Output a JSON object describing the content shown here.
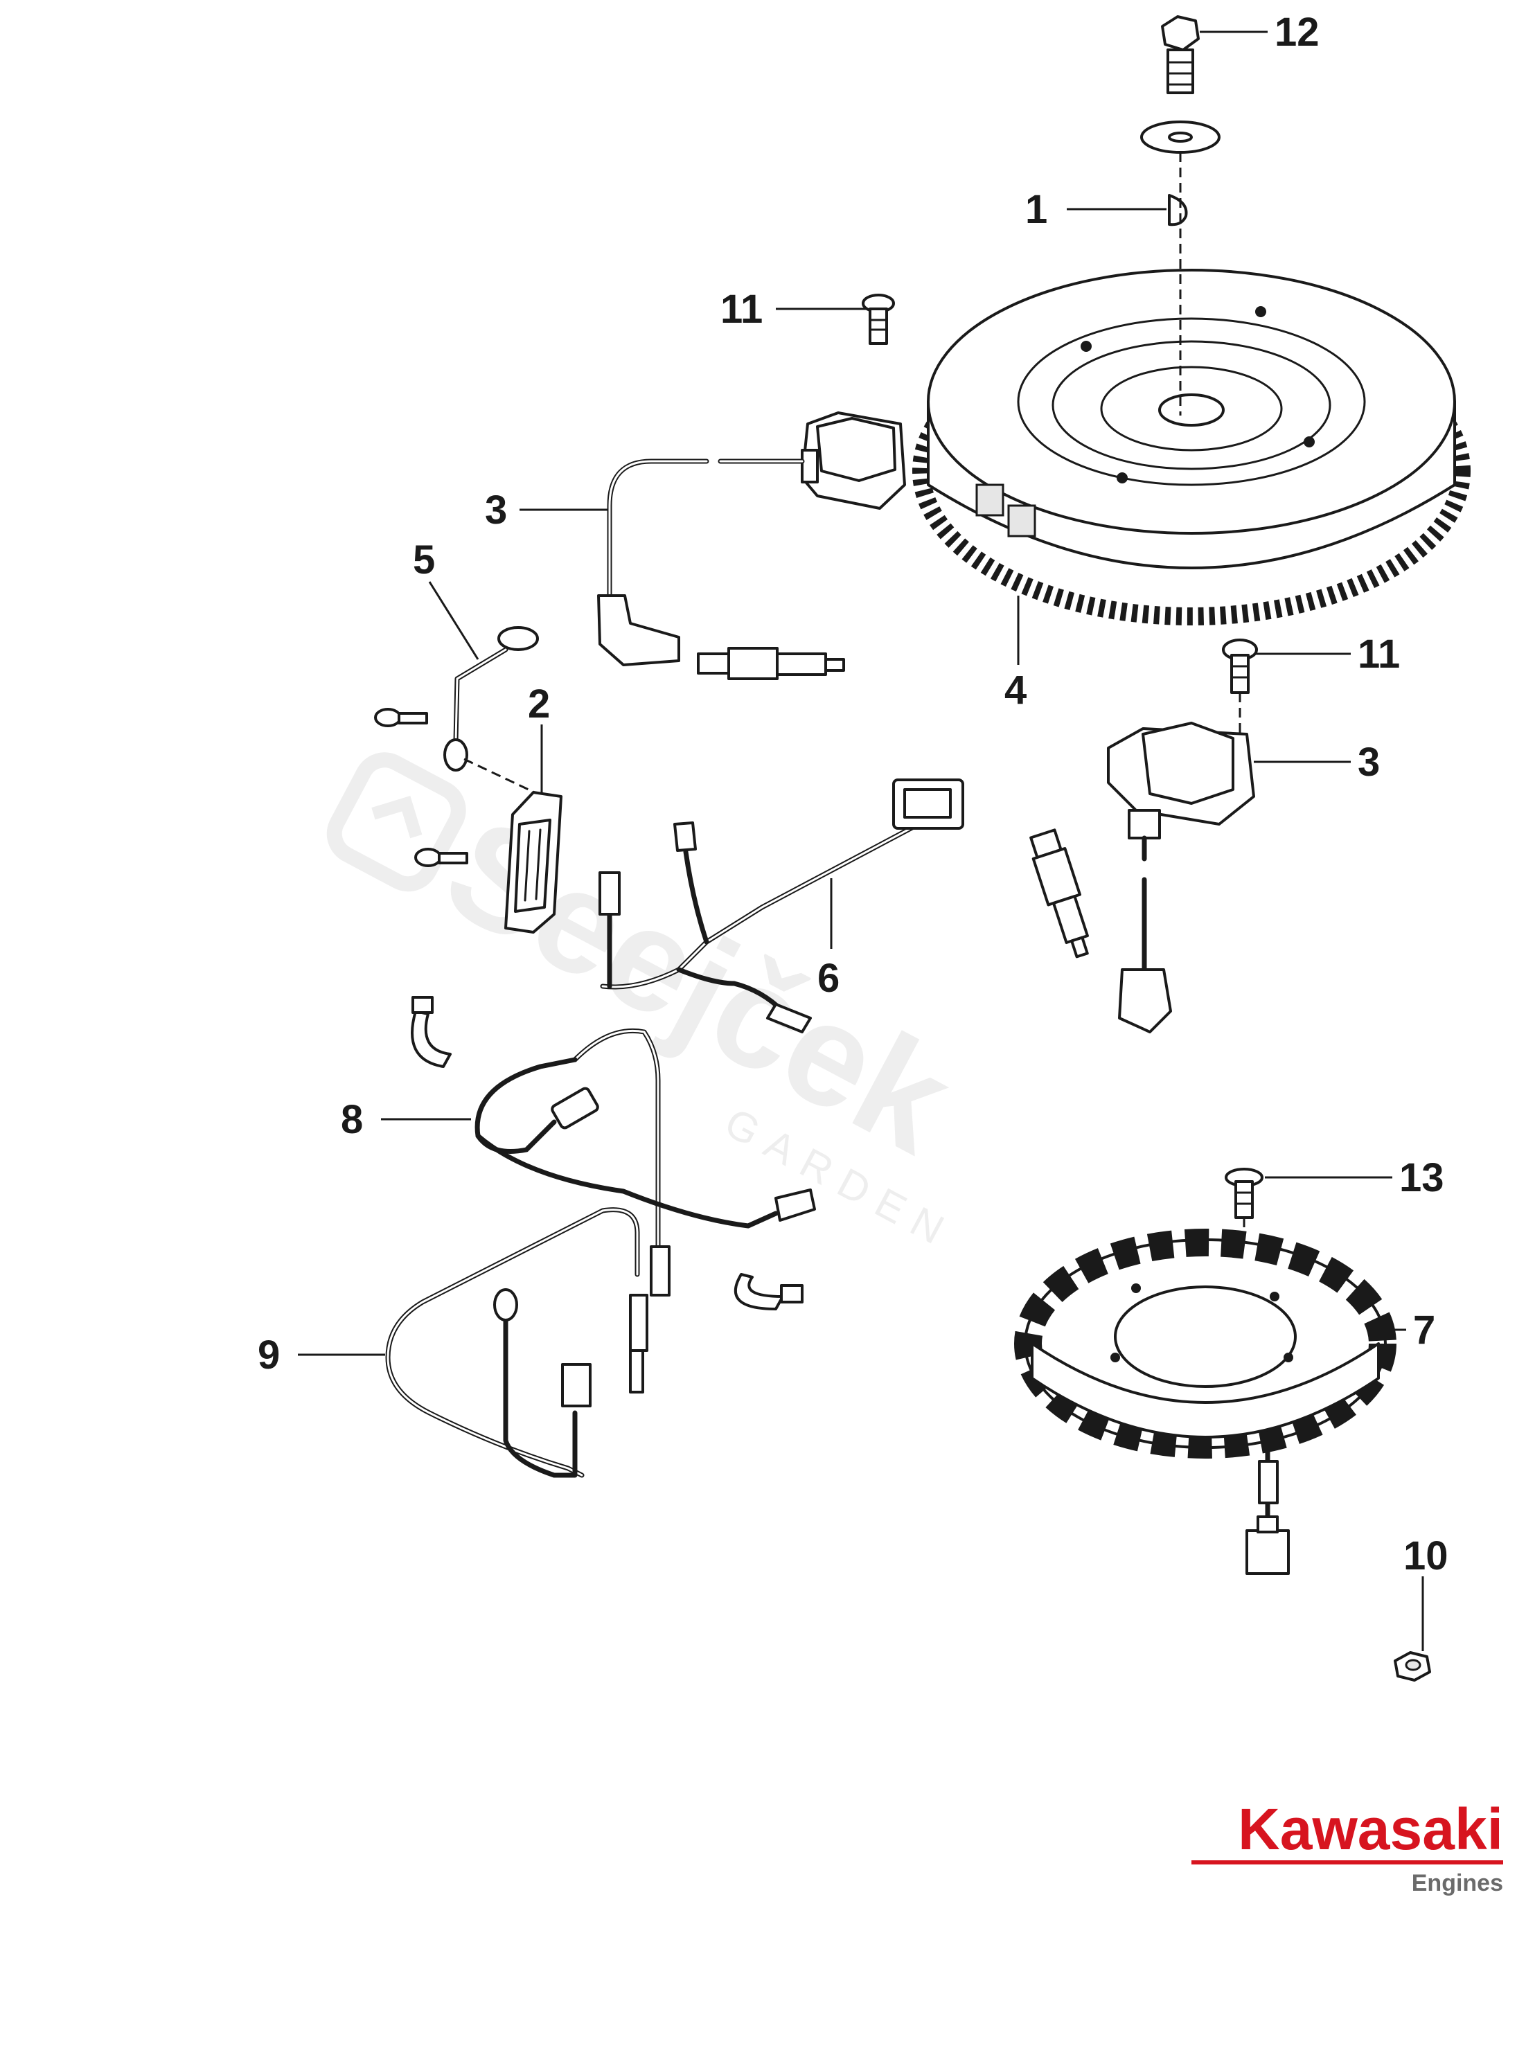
{
  "callouts": {
    "c1": "1",
    "c2": "2",
    "c3a": "3",
    "c3b": "3",
    "c4": "4",
    "c5": "5",
    "c6": "6",
    "c7": "7",
    "c8": "8",
    "c9": "9",
    "c10": "10",
    "c11a": "11",
    "c11b": "11",
    "c12": "12",
    "c13": "13"
  },
  "watermark": {
    "name": "Seejček",
    "sub": "GARDEN"
  },
  "brand": {
    "name": "Kawasaki",
    "sub": "Engines",
    "color": "#d7141f",
    "sub_color": "#6b6b6b"
  }
}
